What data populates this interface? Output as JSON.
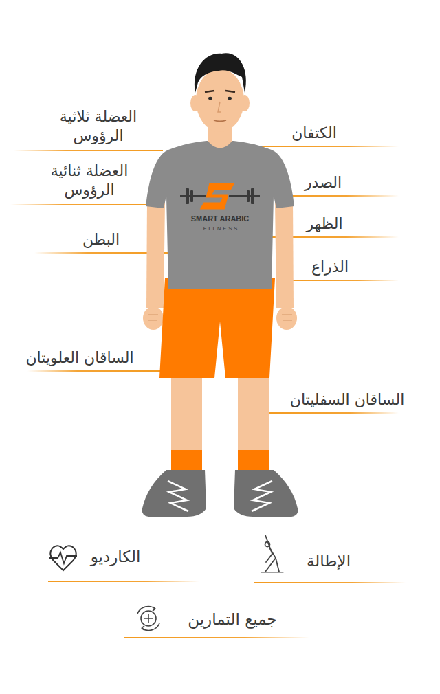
{
  "diagram": {
    "labels": [
      "العضلة ثلاثية الرؤوس",
      "الكتفان",
      "العضلة ثنائية الرؤوس",
      "الصدر",
      "الظهر",
      "البطن",
      "الذراع",
      "الساقان العلويتان",
      "الساقان السفليتان",
      "الكارديو",
      "الإطالة",
      "جميع التمارين",
      "SMART ARABIC",
      "FITNESS"
    ]
  }
}
